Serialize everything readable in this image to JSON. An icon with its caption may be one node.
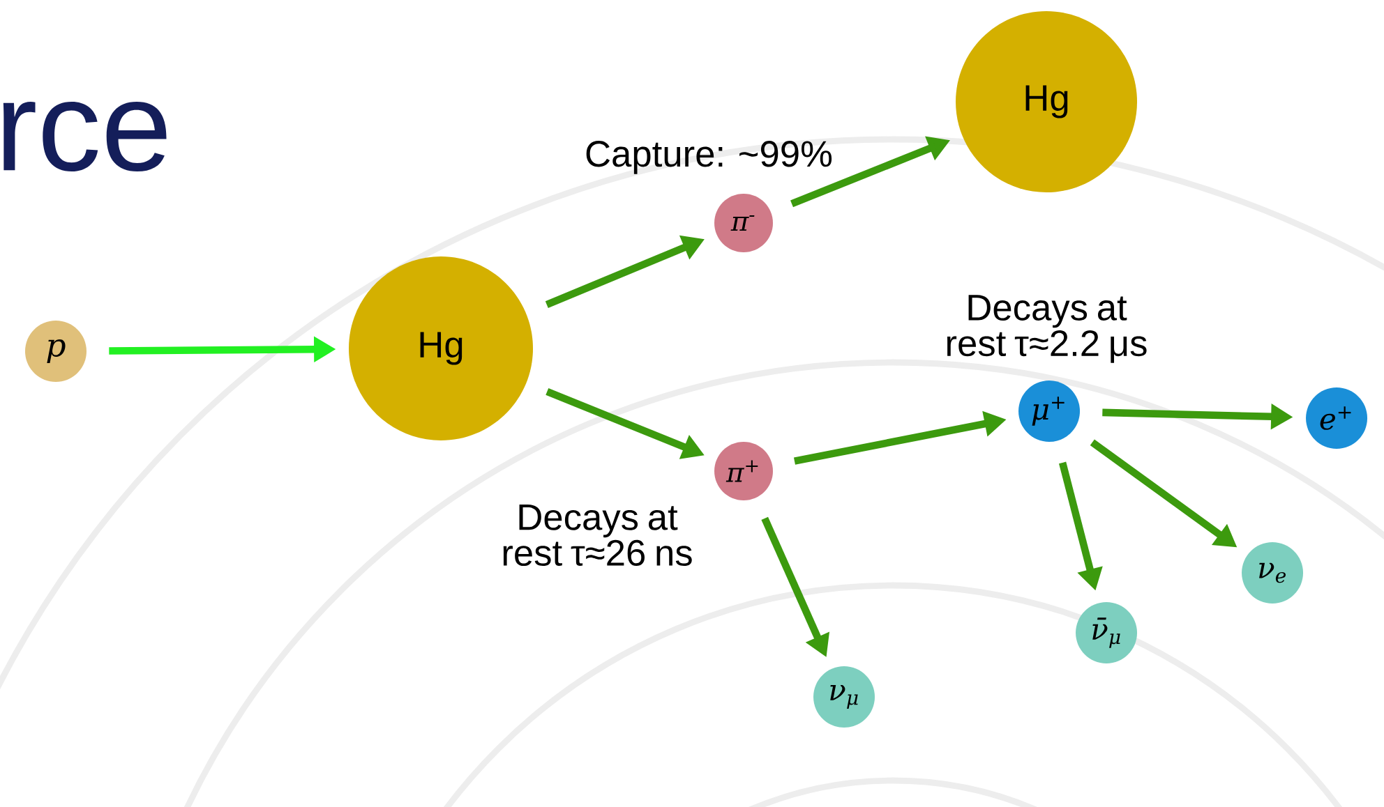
{
  "diagram": {
    "title": "rce",
    "nodes": [
      {
        "text": [
          "p"
        ]
      },
      {
        "text": [
          "Hg"
        ]
      },
      {
        "text": [
          "π$^{-}$"
        ],
        "beside": [
          "Capture: ~99%"
        ]
      },
      {
        "text": [
          "Hg"
        ]
      },
      {
        "text": [
          "π$^{+}$"
        ],
        "beside": [
          "Decays at rest τ≈26 ns"
        ]
      },
      {
        "text": [
          "μ$^{+}$"
        ],
        "beside": [
          "Decays at rest τ≈2.2 μs"
        ]
      },
      {
        "text": [
          "e$^{+}$"
        ]
      },
      {
        "text": [
          "ν$_{μ}$"
        ]
      },
      {
        "text": [
          "ν̄$_{μ}$"
        ]
      },
      {
        "text": [
          "ν$_{e}$"
        ]
      }
    ],
    "edges": [
      {
        "from": 0,
        "to": 1,
        "arrow": "to",
        "color": "#22f022"
      },
      {
        "from": 1,
        "to": 2,
        "arrow": "to"
      },
      {
        "from": 2,
        "to": 3,
        "arrow": "to"
      },
      {
        "from": 1,
        "to": 4,
        "arrow": "to"
      },
      {
        "from": 4,
        "to": 5,
        "arrow": "to"
      },
      {
        "from": 4,
        "to": 7,
        "arrow": "to"
      },
      {
        "from": 5,
        "to": 6,
        "arrow": "to"
      },
      {
        "from": 5,
        "to": 8,
        "arrow": "to"
      },
      {
        "from": 5,
        "to": 9,
        "arrow": "to"
      }
    ]
  }
}
